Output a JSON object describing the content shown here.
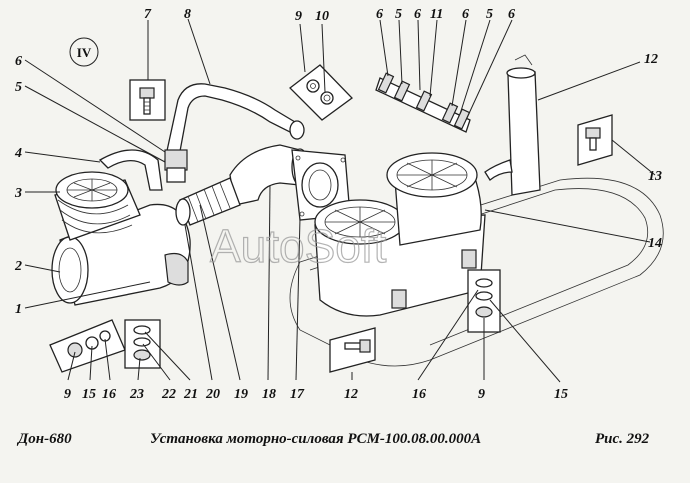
{
  "view_marker": "IV",
  "watermark": "AutoSoft",
  "caption": {
    "left": "Дон-680",
    "center": "Установка моторно-силовая РСМ-100.08.00.000А",
    "right": "Рис.  292"
  },
  "callouts": {
    "c1": "1",
    "c2": "2",
    "c3": "3",
    "c4": "4",
    "c5a": "5",
    "c6a": "6",
    "c7": "7",
    "c8": "8",
    "c9t": "9",
    "c10": "10",
    "c6b": "6",
    "c5b": "5",
    "c6c": "6",
    "c11": "11",
    "c6d": "6",
    "c5c": "5",
    "c6e": "6",
    "c12t": "12",
    "c13": "13",
    "c14": "14",
    "c9b": "9",
    "c15b": "15",
    "c16b": "16",
    "c23": "23",
    "c22": "22",
    "c21": "21",
    "c20": "20",
    "c19": "19",
    "c18": "18",
    "c17": "17",
    "c12b": "12",
    "c16r": "16",
    "c9r": "9",
    "c15r": "15"
  }
}
